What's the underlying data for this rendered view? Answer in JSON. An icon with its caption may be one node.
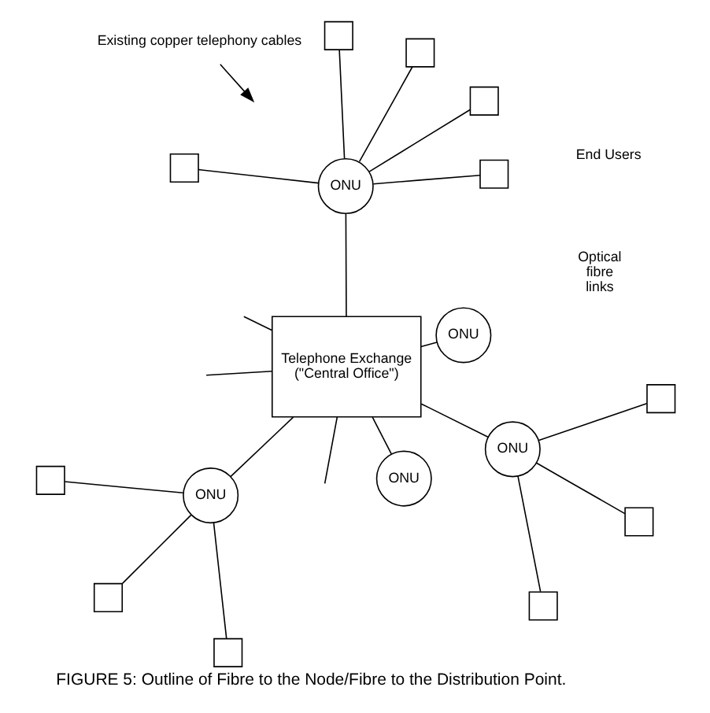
{
  "diagram": {
    "caption": "FIGURE 5: Outline of Fibre to the Node/Fibre to the Distribution Point.",
    "nodes": [
      {
        "text": [
          "Telephone Exchange (\"Central Office\")"
        ]
      },
      {
        "text": [
          "ONU"
        ]
      },
      {
        "text": [
          "ONU"
        ]
      },
      {
        "text": [],
        "shape": "box"
      },
      {
        "text": [],
        "shape": "box"
      },
      {
        "text": [],
        "shape": "box"
      },
      {
        "text": [
          "ONU"
        ]
      },
      {
        "text": [],
        "shape": "box"
      },
      {
        "text": [],
        "shape": "box"
      },
      {
        "text": [],
        "shape": "box"
      },
      {
        "text": [],
        "shape": "box"
      },
      {
        "text": [],
        "shape": "box"
      },
      {
        "text": [
          "ONU"
        ]
      },
      {
        "text": [],
        "shape": "box"
      },
      {
        "text": [],
        "shape": "box"
      },
      {
        "text": [],
        "shape": "box"
      },
      {
        "text": [
          "ONU"
        ]
      },
      {
        "text": [
          "Existing copper telephony cables"
        ]
      }
    ],
    "edges": [
      {
        "from": 0,
        "to": 1,
        "arrow": "none"
      },
      {
        "from": 0,
        "to": 2,
        "arrow": "none"
      },
      {
        "from": 0,
        "to": 6,
        "arrow": "none"
      },
      {
        "from": 0,
        "to": 12,
        "arrow": "none"
      },
      {
        "from": 0,
        "to": 16,
        "arrow": "none"
      },
      {
        "from": 0,
        "to": null,
        "arrow": "none"
      },
      {
        "from": 0,
        "to": null,
        "arrow": "none"
      },
      {
        "from": 0,
        "to": null,
        "arrow": "none"
      },
      {
        "from": 2,
        "to": 3,
        "arrow": "none"
      },
      {
        "from": 2,
        "to": 4,
        "arrow": "none"
      },
      {
        "from": 2,
        "to": 5,
        "arrow": "none"
      },
      {
        "from": 6,
        "to": 7,
        "arrow": "none"
      },
      {
        "from": 6,
        "to": 8,
        "arrow": "none"
      },
      {
        "from": 6,
        "to": 9,
        "arrow": "none"
      },
      {
        "from": 6,
        "to": 10,
        "arrow": "none"
      },
      {
        "from": 6,
        "to": 11,
        "arrow": "none"
      },
      {
        "from": 12,
        "to": 13,
        "arrow": "none"
      },
      {
        "from": 12,
        "to": 14,
        "arrow": "none"
      },
      {
        "from": 12,
        "to": 15,
        "arrow": "none"
      },
      {
        "from": 17,
        "to": null,
        "arrow": "to"
      }
    ],
    "labels": [
      "Optical fibre links",
      "End Users"
    ]
  }
}
